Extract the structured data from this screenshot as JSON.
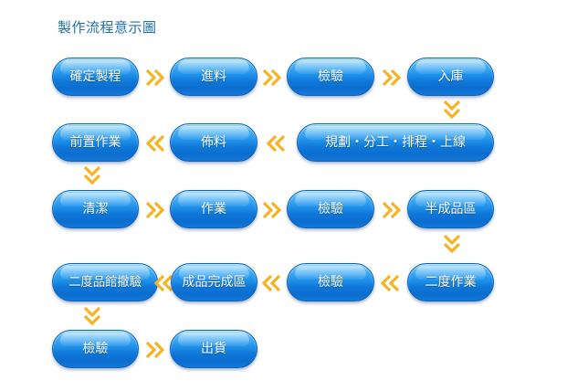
{
  "title": "製作流程意示圖",
  "colors": {
    "title": "#1f6fa8",
    "pill_border": "#0a63bf",
    "pill_top": "#8fd3ff",
    "pill_bottom": "#0a6dcf",
    "arrow": "#f5b324"
  },
  "rows": [
    [
      "確定製程",
      "進料",
      "檢驗",
      "入庫"
    ],
    [
      "前置作業",
      "佈料",
      "規劃・分工・排程・上線"
    ],
    [
      "清潔",
      "作業",
      "檢驗",
      "半成品區"
    ],
    [
      "二度品館撤驗",
      "成品完成區",
      "檢驗",
      "二度作業"
    ],
    [
      "檢驗",
      "出貨"
    ]
  ]
}
